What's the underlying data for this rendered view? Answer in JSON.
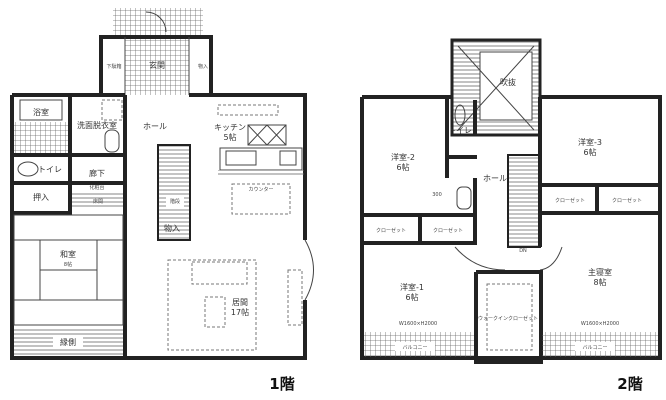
{
  "floor1": {
    "title": "1階",
    "rooms": {
      "entrance": "玄関",
      "bath": "浴室",
      "washroom": "洗面脱衣室",
      "hall": "ホール",
      "kitchen": "キッチン",
      "kitchen_size": "5帖",
      "toilet": "トイレ",
      "corridor": "廊下",
      "vanity": "化粧台",
      "closet": "押入",
      "alcove": "床間",
      "japanese_room": "和室",
      "japanese_size": "8帖",
      "storage": "物入",
      "storage2": "物入",
      "living": "居間",
      "living_size": "17帖",
      "veranda": "縁側",
      "shoe_closet": "下駄箱",
      "stairs": "階段",
      "counter": "カウンター"
    }
  },
  "floor2": {
    "title": "2階",
    "rooms": {
      "void": "吹抜",
      "toilet": "トイレ",
      "room2": "洋室-2",
      "room2_size": "6帖",
      "room3": "洋室-3",
      "room3_size": "6帖",
      "hall": "ホール",
      "dim": "300",
      "closet_a": "クローゼット",
      "closet_b": "クローゼット",
      "closet_c": "クローゼット",
      "closet_d": "クローゼット",
      "room1": "洋室-1",
      "room1_size": "6帖",
      "master": "主寝室",
      "master_size": "8帖",
      "wic": "ウォークインクローゼット",
      "window_left": "W1600×H2000",
      "window_right": "W1600×H2000",
      "balcony_left": "バルコニー",
      "balcony_right": "バルコニー",
      "down": "DN"
    }
  }
}
